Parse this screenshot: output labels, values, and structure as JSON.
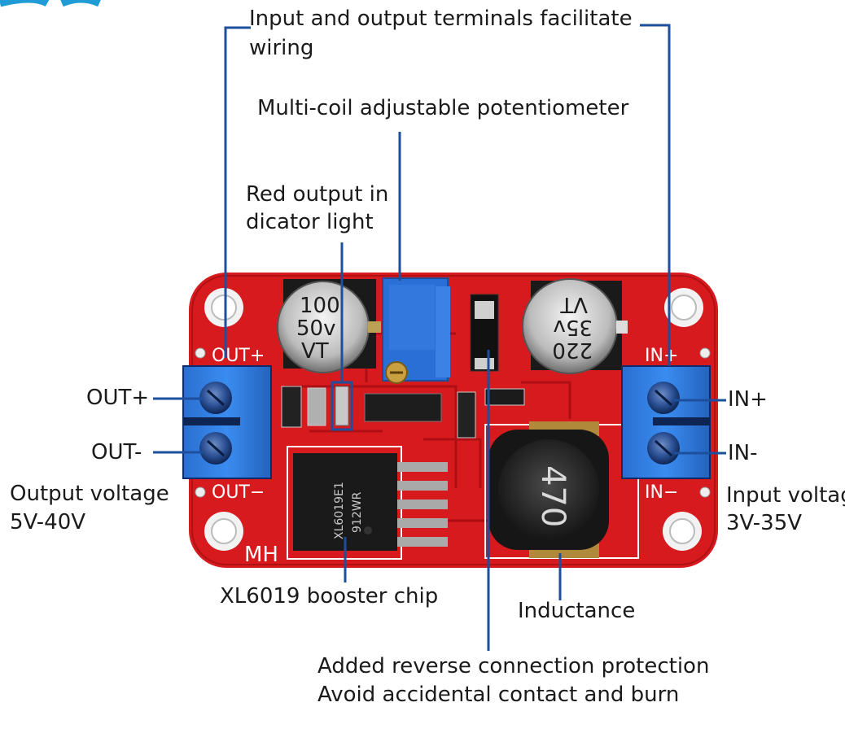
{
  "labels": {
    "terminals_line1": "Input and output terminals facilitate",
    "terminals_line2": "wiring",
    "potentiometer": "Multi-coil adjustable potentiometer",
    "red_led_line1": "Red output in",
    "red_led_line2": "dicator light",
    "out_plus_side": "OUT+",
    "out_minus_side": "OUT-",
    "in_plus_side": "IN+",
    "in_minus_side": "IN-",
    "output_voltage_line1": "Output voltage",
    "output_voltage_line2": "5V-40V",
    "input_voltage_line1": "Input voltag",
    "input_voltage_line2": "3V-35V",
    "chip": "XL6019 booster chip",
    "inductance": "Inductance",
    "protection_line1": "Added reverse connection protection",
    "protection_line2": "Avoid accidental contact and burn"
  },
  "board": {
    "silk_out_plus": "OUT+",
    "silk_out_minus": "OUT−",
    "silk_in_plus": "IN+",
    "silk_in_minus": "IN−",
    "silk_mh": "MH",
    "cap_left_line1": "100",
    "cap_left_line2": "50v",
    "cap_left_line3": "VT",
    "cap_right_line1": "220",
    "cap_right_line2": "35v",
    "cap_right_line3": "VT",
    "chip_line1": "XL6019E1",
    "chip_line2": "912WR",
    "inductor_marking": "470"
  },
  "colors": {
    "pcb_red": "#d61a1e",
    "terminal_blue": "#2f7de0",
    "leader_blue": "#1d4f9c",
    "pot_blue": "#2a6fd6"
  }
}
